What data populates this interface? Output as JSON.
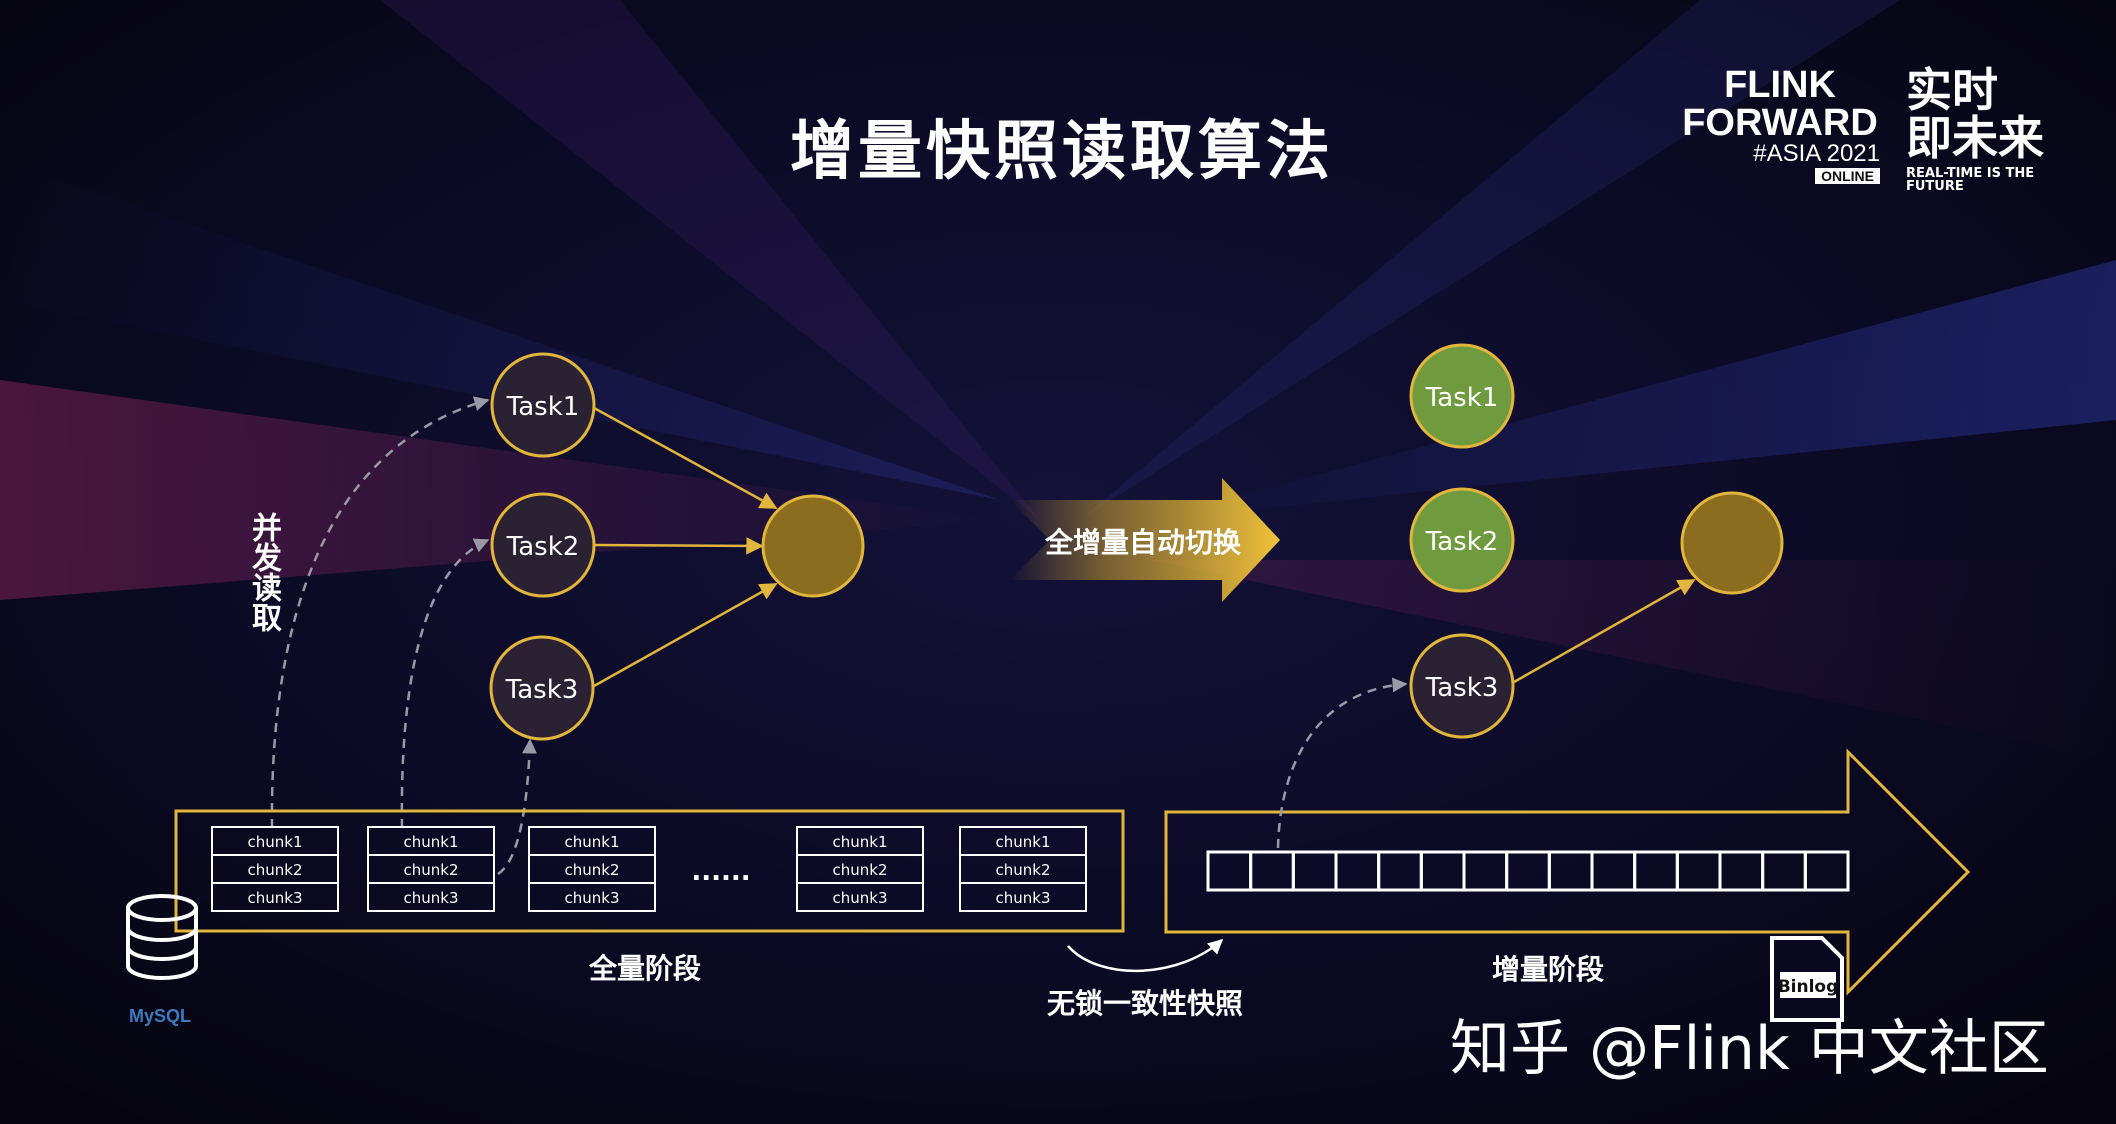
{
  "title": "增量快照读取算法",
  "logo": {
    "line1": "FLINK",
    "line2": "FORWARD",
    "asia": "#ASIA 2021",
    "online": "ONLINE",
    "cn_line1": "实时",
    "cn_line2": "即未来",
    "tagline": "REAL-TIME IS THE FUTURE"
  },
  "left": {
    "tasks": [
      "Task1",
      "Task2",
      "Task3"
    ],
    "parallel_label": "并发读取",
    "chunk_groups": [
      [
        "chunk1",
        "chunk2",
        "chunk3"
      ],
      [
        "chunk1",
        "chunk2",
        "chunk3"
      ],
      [
        "chunk1",
        "chunk2",
        "chunk3"
      ],
      [
        "chunk1",
        "chunk2",
        "chunk3"
      ],
      [
        "chunk1",
        "chunk2",
        "chunk3"
      ]
    ],
    "ellipsis": "......",
    "phase_label": "全量阶段",
    "db_label": "MySQL"
  },
  "switch_label": "全增量自动切换",
  "lockfree_label": "无锁一致性快照",
  "right": {
    "tasks": [
      "Task1",
      "Task2",
      "Task3"
    ],
    "phase_label": "增量阶段",
    "binlog_label": "Binlog",
    "binlog_slots": 15
  },
  "colors": {
    "gold": "#e2b53c",
    "green": "#6f9a3e",
    "sink": "#8a6d1e",
    "task_fill": "#2a2233"
  },
  "watermark": "知乎 @Flink 中文社区"
}
